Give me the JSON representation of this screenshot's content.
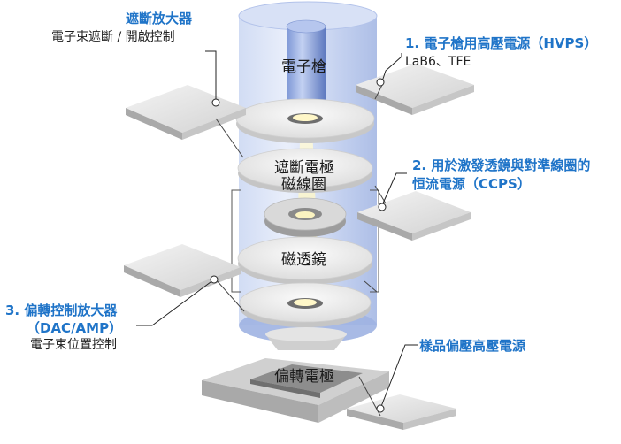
{
  "colors": {
    "accent_blue": "#1f74c8",
    "cylinder": "#aebfe8",
    "plate_light": "#e6e6e6",
    "plate_dark": "#b9b9b9",
    "leader_line": "#222222"
  },
  "diagram": {
    "inner_labels": {
      "electron_gun": "電子槍",
      "blanking_electrode_1": "遮斷電極",
      "blanking_electrode_2": "磁線圈",
      "magnetic_lens": "磁透鏡",
      "deflection_electrode": "偏轉電極"
    },
    "callouts": {
      "blanking_amp": {
        "title": "遮斷放大器",
        "desc": "電子束遮斷 / 開啟控制"
      },
      "hvps": {
        "title": "1. 電子槍用高壓電源（HVPS）",
        "desc": "LaB6、TFE"
      },
      "ccps": {
        "title_line1": "2. 用於激發透鏡與對準線圈的",
        "title_line2": "恒流電源（CCPS）"
      },
      "deflection_amp": {
        "title_line1": "3. 偏轉控制放大器",
        "title_line2": "（DAC/AMP）",
        "desc": "電子束位置控制"
      },
      "sample_hv": {
        "title": "樣品偏壓高壓電源"
      }
    }
  }
}
